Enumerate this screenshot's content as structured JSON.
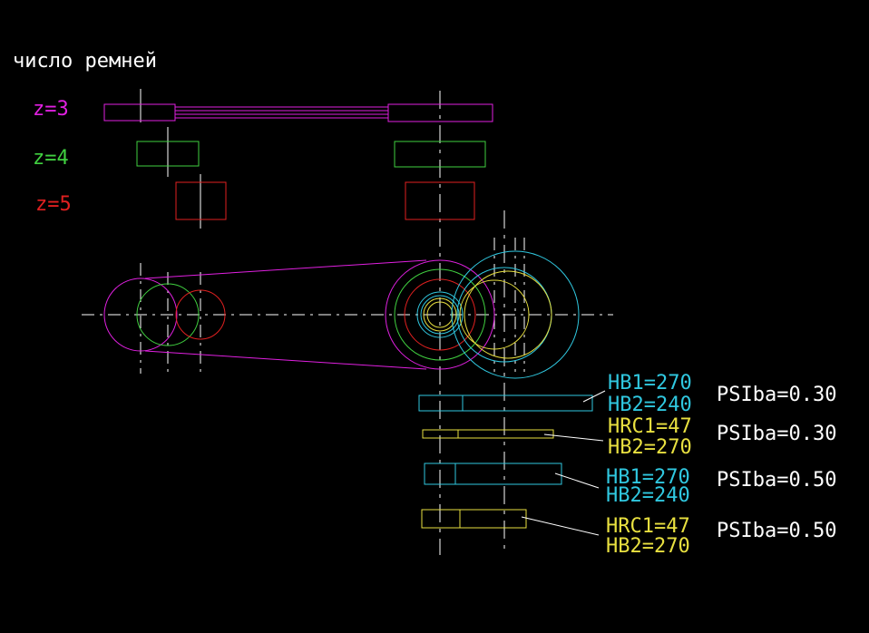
{
  "title": "число ремней",
  "colors": {
    "background": "#000000",
    "magenta": "#e020e0",
    "green": "#40d040",
    "red": "#e02020",
    "cyan": "#30c8e0",
    "yellow": "#e8e040",
    "white": "#ffffff"
  },
  "belts": [
    {
      "label": "z=3",
      "color": "magenta"
    },
    {
      "label": "z=4",
      "color": "green"
    },
    {
      "label": "z=5",
      "color": "red"
    }
  ],
  "gear_options": [
    {
      "hardness1": "HB1=270",
      "hardness2": "HB2=240",
      "psi": "PSIba=0.30",
      "color": "cyan"
    },
    {
      "hardness1": "HRC1=47",
      "hardness2": "HB2=270",
      "psi": "PSIba=0.30",
      "color": "yellow"
    },
    {
      "hardness1": "HB1=270",
      "hardness2": "HB2=240",
      "psi": "PSIba=0.50",
      "color": "cyan"
    },
    {
      "hardness1": "HRC1=47",
      "hardness2": "HB2=270",
      "psi": "PSIba=0.50",
      "color": "yellow"
    }
  ]
}
